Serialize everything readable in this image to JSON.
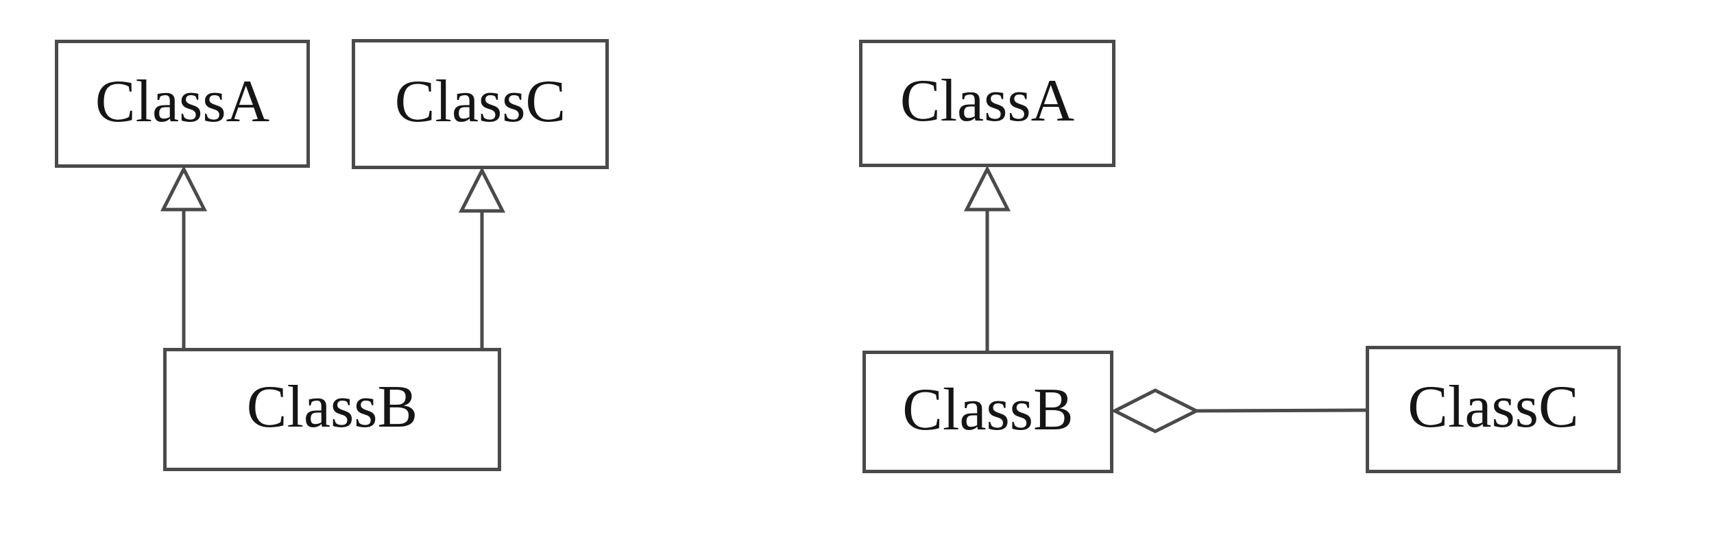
{
  "colors": {
    "background": "#ffffff",
    "stroke": "#4a4a4a",
    "text": "#151515"
  },
  "left_diagram": {
    "class_a_label": "ClassA",
    "class_c_label": "ClassC",
    "class_b_label": "ClassB",
    "relationships": [
      {
        "type": "generalization",
        "from": "ClassB",
        "to": "ClassA"
      },
      {
        "type": "generalization",
        "from": "ClassB",
        "to": "ClassC"
      }
    ]
  },
  "right_diagram": {
    "class_a_label": "ClassA",
    "class_b_label": "ClassB",
    "class_c_label": "ClassC",
    "relationships": [
      {
        "type": "generalization",
        "from": "ClassB",
        "to": "ClassA"
      },
      {
        "type": "aggregation",
        "whole": "ClassB",
        "part": "ClassC"
      }
    ]
  }
}
